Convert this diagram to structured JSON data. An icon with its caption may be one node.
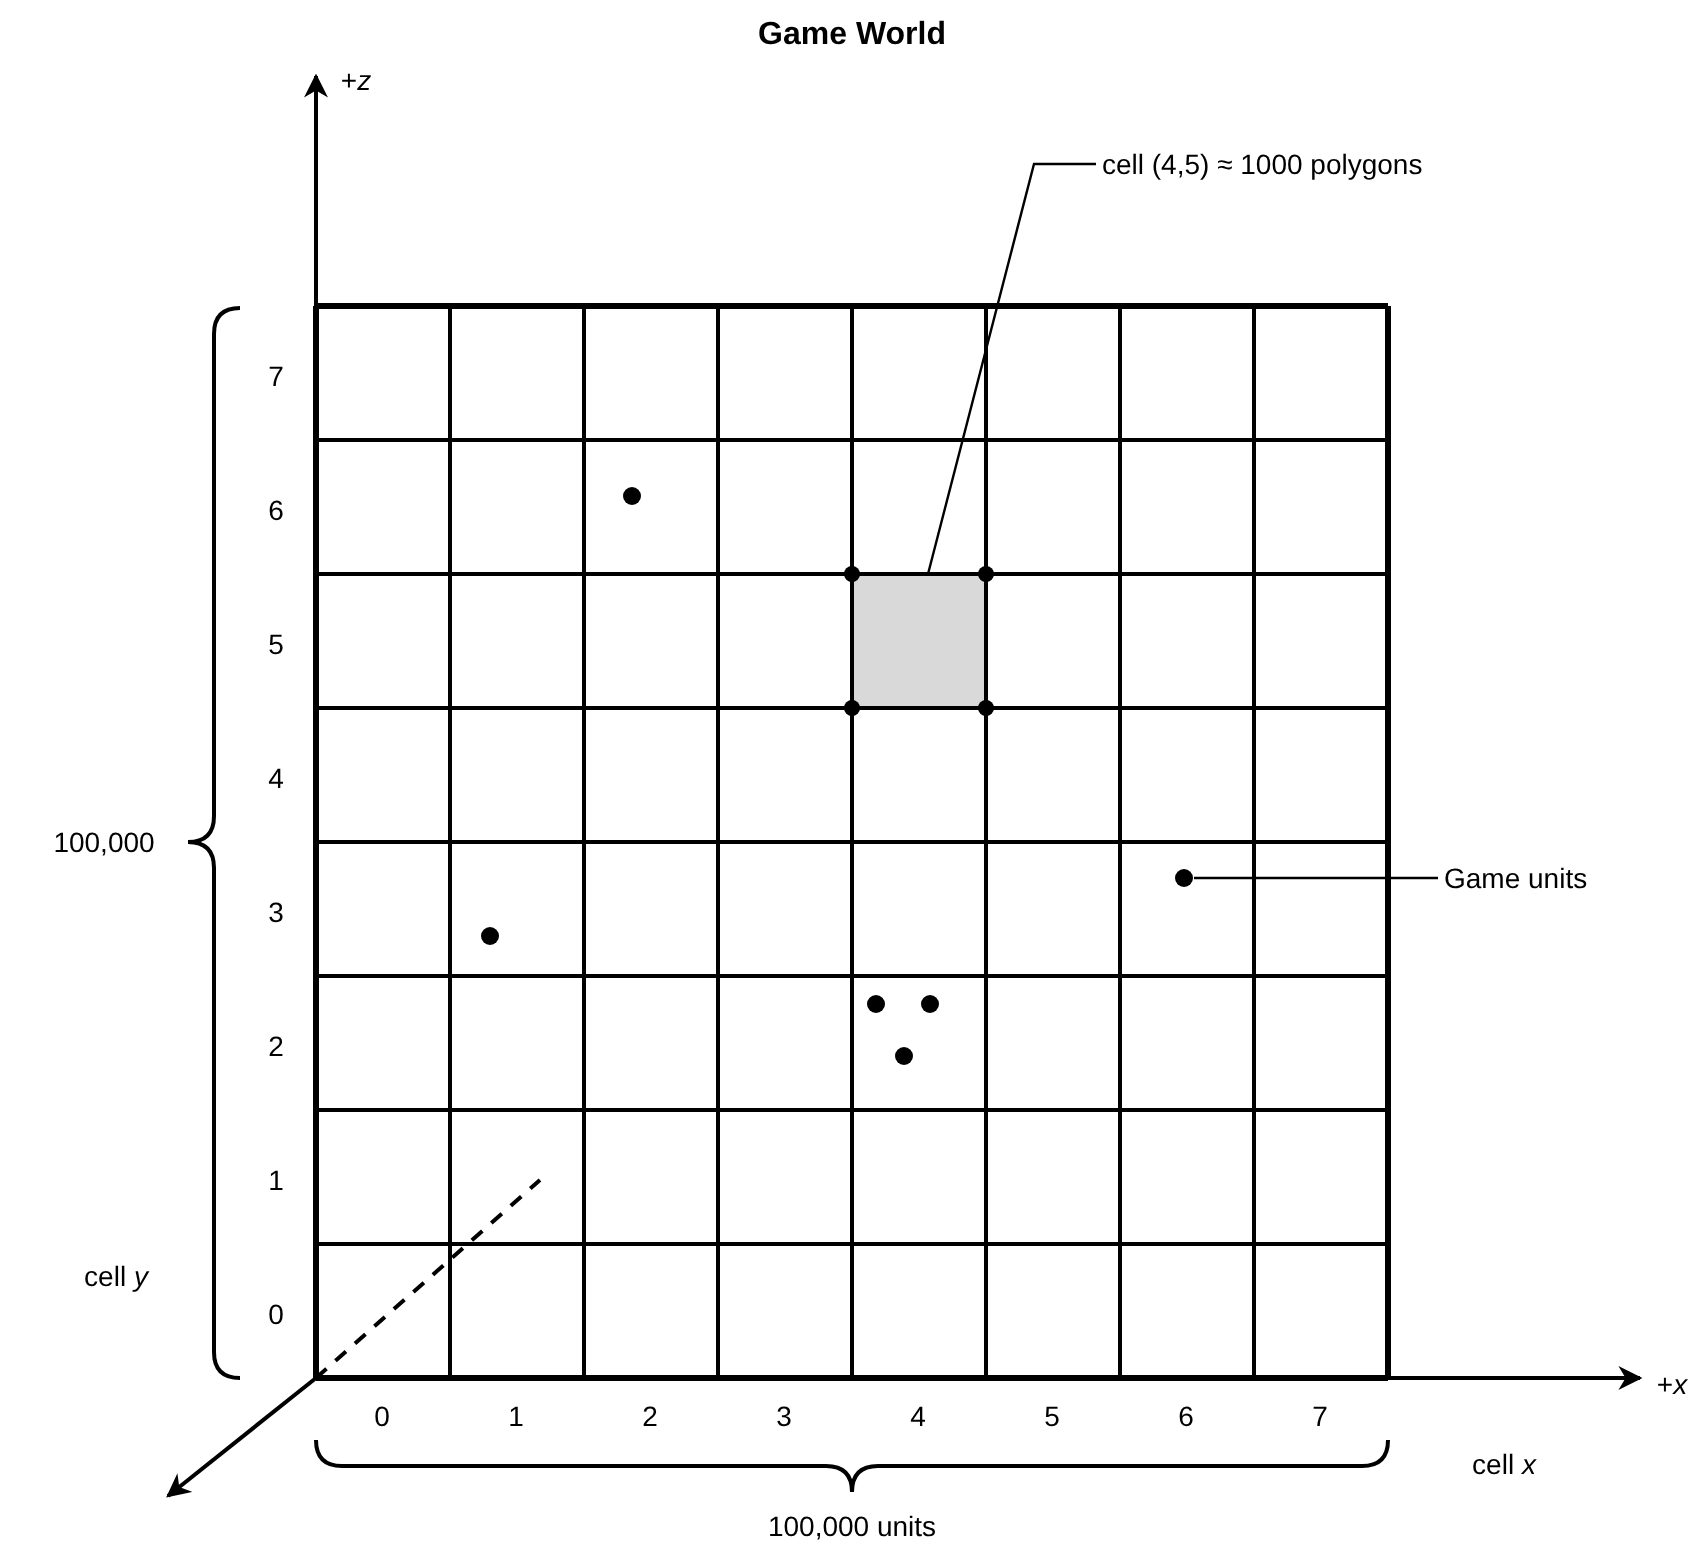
{
  "diagram": {
    "title": "Game World",
    "nodes": [
      {
        "text": [
          "cell (4,5) ≈ 1000 polygons"
        ]
      },
      {
        "text": [],
        "shape": "box"
      },
      {
        "text": [
          "Game units"
        ]
      },
      {
        "text": [],
        "shape": "circle"
      }
    ],
    "edges": [
      {
        "from": 0,
        "to": 1,
        "arrow": "none"
      },
      {
        "from": 2,
        "to": 3,
        "arrow": "none"
      }
    ],
    "labels": [
      "+*z*",
      "7",
      "6",
      "5",
      "4",
      "100,000",
      "3",
      "2",
      "1",
      "cell *y*",
      "0",
      "+*x*",
      "0",
      "1",
      "2",
      "3",
      "4",
      "5",
      "6",
      "7",
      "cell *x*",
      "100,000 units"
    ]
  }
}
